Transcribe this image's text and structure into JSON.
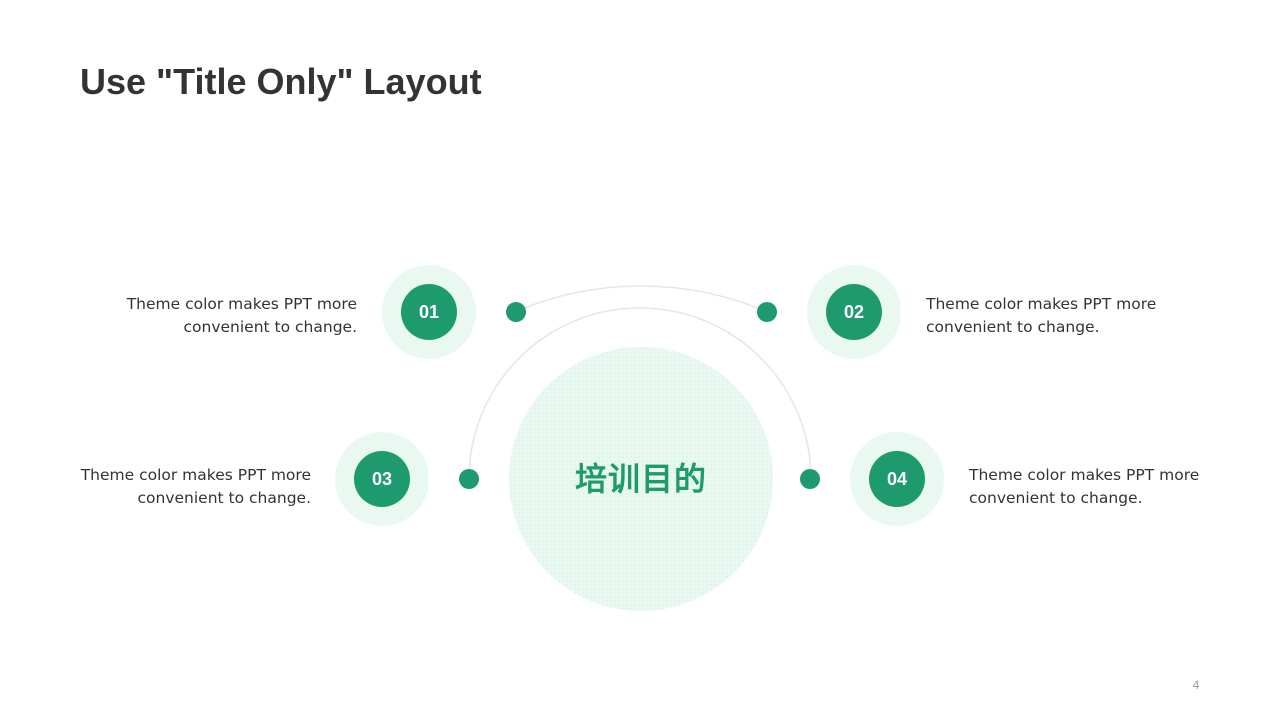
{
  "slide": {
    "title": "Use \"Title Only\" Layout",
    "center_label": "培训目的",
    "page_number": "4"
  },
  "items": [
    {
      "number": "01",
      "text": "Theme  color makes PPT more convenient to change."
    },
    {
      "number": "02",
      "text": "Theme  color makes PPT more convenient to change."
    },
    {
      "number": "03",
      "text": "Theme  color makes PPT more convenient to change."
    },
    {
      "number": "04",
      "text": "Theme  color makes PPT more convenient to change."
    }
  ],
  "colors": {
    "accent": "#1e9b6e",
    "accent_light": "#eaf8f2",
    "text": "#333333",
    "arc": "#e6e6e6"
  }
}
